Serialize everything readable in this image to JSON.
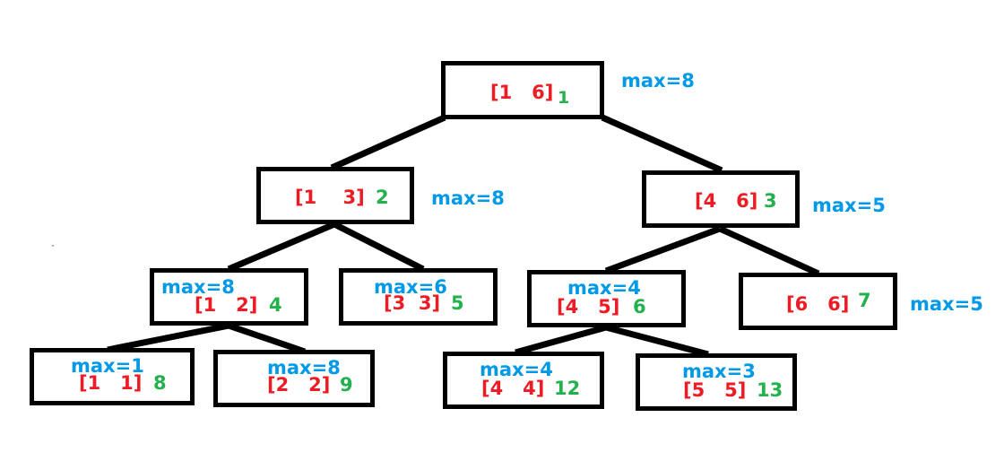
{
  "diagram": {
    "title": "segment-tree-max-query",
    "colors": {
      "interval": "#ed1c24",
      "index": "#22b14c",
      "max": "#0099e5",
      "box": "#000000",
      "background": "#ffffff"
    },
    "nodes": [
      {
        "id": "node-1",
        "interval_open": "[1",
        "interval_close": "6]",
        "index": "1",
        "max_label": "max=8",
        "max_position": "outside-right"
      },
      {
        "id": "node-2",
        "interval_open": "[1",
        "interval_close": "3]",
        "index": "2",
        "max_label": "max=8",
        "max_position": "outside-right"
      },
      {
        "id": "node-3",
        "interval_open": "[4",
        "interval_close": "6]",
        "index": "3",
        "max_label": "max=5",
        "max_position": "outside-right"
      },
      {
        "id": "node-4",
        "interval_open": "[1",
        "interval_close": "2]",
        "index": "4",
        "max_label": "max=8",
        "max_position": "inside-top"
      },
      {
        "id": "node-5",
        "interval_open": "[3",
        "interval_close": "3]",
        "index": "5",
        "max_label": "max=6",
        "max_position": "inside-top"
      },
      {
        "id": "node-6",
        "interval_open": "[4",
        "interval_close": "5]",
        "index": "6",
        "max_label": "max=4",
        "max_position": "inside-top"
      },
      {
        "id": "node-7",
        "interval_open": "[6",
        "interval_close": "6]",
        "index": "7",
        "max_label": "max=5",
        "max_position": "outside-right"
      },
      {
        "id": "node-8",
        "interval_open": "[1",
        "interval_close": "1]",
        "index": "8",
        "max_label": "max=1",
        "max_position": "inside-top"
      },
      {
        "id": "node-9",
        "interval_open": "[2",
        "interval_close": "2]",
        "index": "9",
        "max_label": "max=8",
        "max_position": "inside-top"
      },
      {
        "id": "node-12",
        "interval_open": "[4",
        "interval_close": "4]",
        "index": "12",
        "max_label": "max=4",
        "max_position": "inside-top"
      },
      {
        "id": "node-13",
        "interval_open": "[5",
        "interval_close": "5]",
        "index": "13",
        "max_label": "max=3",
        "max_position": "inside-top"
      }
    ]
  }
}
